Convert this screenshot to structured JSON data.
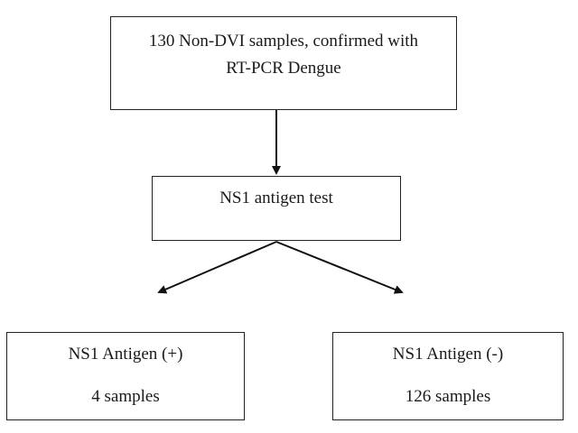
{
  "flowchart": {
    "top_box": {
      "line1": "130 Non-DVI samples, confirmed with",
      "line2": "RT-PCR Dengue"
    },
    "middle_box": {
      "label": "NS1 antigen test"
    },
    "left_box": {
      "title": "NS1 Antigen (+)",
      "count": "4 samples"
    },
    "right_box": {
      "title": "NS1 Antigen (-)",
      "count": "126 samples"
    }
  },
  "colors": {
    "stroke": "#222222",
    "text": "#1a1a1a",
    "background": "#ffffff"
  }
}
